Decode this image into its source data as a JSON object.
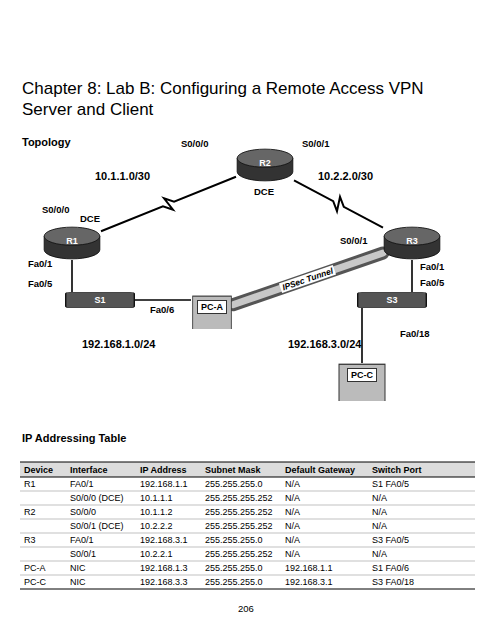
{
  "diagram": {
    "title": "Chapter 8: Lab B: Configuring a Remote Access VPN Server and Client",
    "nodes": [
      {
        "text": [
          "R2"
        ]
      },
      {
        "text": [
          "R1"
        ]
      },
      {
        "text": [
          "R3"
        ]
      },
      {
        "text": [
          "S1"
        ]
      },
      {
        "text": [
          "PC-A"
        ]
      },
      {
        "text": [
          "S3"
        ]
      },
      {
        "text": [
          "PC-C"
        ]
      }
    ],
    "edges": [
      {
        "from": 1,
        "to": 0,
        "arrow": "none"
      },
      {
        "from": 0,
        "to": 2,
        "arrow": "none"
      },
      {
        "from": 1,
        "to": 3,
        "arrow": "none"
      },
      {
        "from": 3,
        "to": 4,
        "arrow": "none"
      },
      {
        "from": 2,
        "to": 5,
        "arrow": "none"
      },
      {
        "from": 5,
        "to": 6,
        "arrow": "none"
      },
      {
        "from": 4,
        "to": 2,
        "label": "IPSec Tunnel",
        "arrow": "none"
      }
    ],
    "labels": [
      "Topology",
      "S0/0/0",
      "S0/0/1",
      "DCE",
      "10.1.1.0/30",
      "10.2.2.0/30",
      "S0/0/0",
      "DCE",
      "S0/0/1",
      "Fa0/1",
      "Fa0/5",
      "Fa0/6",
      "Fa0/1",
      "Fa0/5",
      "Fa0/18",
      "192.168.1.0/24",
      "192.168.3.0/24",
      "IP Addressing Table",
      "Device",
      "Interface",
      "IP Address",
      "Subnet Mask",
      "Default Gateway",
      "Switch Port",
      "R1",
      "FA0/1",
      "192.168.1.1",
      "255.255.255.0",
      "N/A",
      "S1 FA0/5",
      "S0/0/0 (DCE)",
      "10.1.1.1",
      "255.255.255.252",
      "N/A",
      "N/A",
      "R2",
      "S0/0/0",
      "10.1.1.2",
      "255.255.255.252",
      "N/A",
      "N/A",
      "S0/0/1 (DCE)",
      "10.2.2.2",
      "255.255.255.252",
      "N/A",
      "N/A",
      "R3",
      "FA0/1",
      "192.168.3.1",
      "255.255.255.0",
      "N/A",
      "S3 FA0/5",
      "S0/0/1",
      "10.2.2.1",
      "255.255.255.252",
      "N/A",
      "N/A",
      "PC-A",
      "NIC",
      "192.168.1.3",
      "255.255.255.0",
      "192.168.1.1",
      "S1 FA0/6",
      "PC-C",
      "NIC",
      "192.168.3.3",
      "255.255.255.0",
      "192.168.3.1",
      "S3 FA0/18",
      "206"
    ]
  }
}
